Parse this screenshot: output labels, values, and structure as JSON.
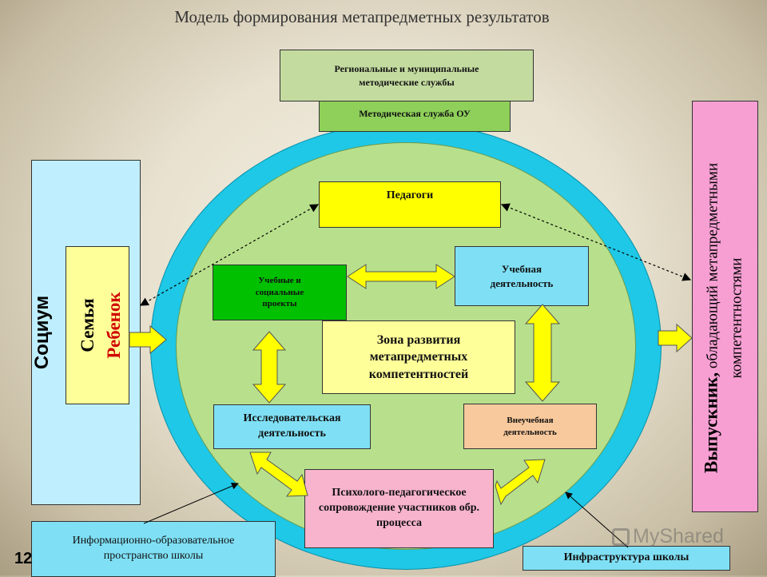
{
  "title": "Модель формирования метапредметных результатов",
  "boxes": {
    "regional": "Региональные и муниципальные методические службы",
    "school_method": "Методическая служба ОУ",
    "teachers": "Педагоги",
    "projects": "Учебные и социальные проекты",
    "learning": "Учебная деятельность",
    "zone": "Зона развития метапредметных компетентностей",
    "research": "Исследовательская деятельность",
    "extracurricular": "Внеучебная деятельность",
    "psych": "Психолого-педагогическое сопровождение участников обр. процесса",
    "info_space": "Информационно-образовательное пространство школы",
    "infrastructure": "Инфраструктура школы"
  },
  "left_panel": {
    "society": "Социум",
    "family": "Семья",
    "child": "Ребенок"
  },
  "right_panel": {
    "graduate": "Выпускник,",
    "graduate_rest": " обладающий метапредметными компетентностями"
  },
  "page_number": "12",
  "watermark": "MyShared",
  "colors": {
    "outer_circle": "#1ec8e6",
    "inner_circle": "#b8e08c",
    "yellow": "#ffff00",
    "light_yellow": "#ffff99",
    "green": "#00c000",
    "cyan_box": "#7fe0f5",
    "peach": "#f8c99c",
    "pink": "#f7b4cc",
    "magenta": "#f79fd3",
    "regional": "#c4dba0",
    "school_method": "#8fd05a"
  }
}
